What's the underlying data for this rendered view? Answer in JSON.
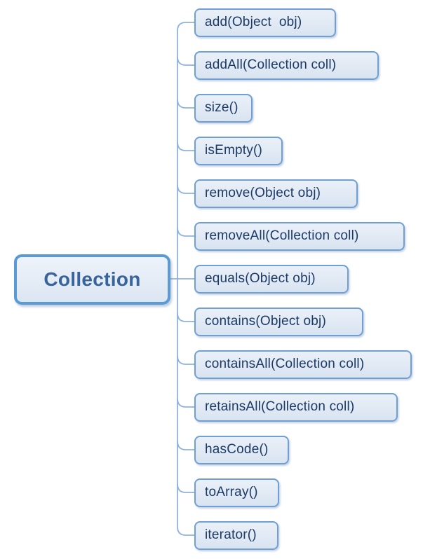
{
  "diagram": {
    "type": "mindmap",
    "root_label": "Collection",
    "methods": [
      "add(Object  obj)",
      "addAll(Collection coll)",
      "size()",
      "isEmpty()",
      "remove(Object obj)",
      "removeAll(Collection coll)",
      "equals(Object obj)",
      "contains(Object obj)",
      "containsAll(Collection coll)",
      "retainsAll(Collection coll)",
      "hasCode()",
      "toArray()",
      "iterator()"
    ],
    "colors": {
      "background": "#ffffff",
      "connector_line": "#8fb2dc",
      "child_border": "#6f9fd4",
      "child_fill_top": "#eaf0f8",
      "child_fill_bottom": "#d9e4f1",
      "child_text": "#1b3a66",
      "root_border": "#5b9bd5",
      "root_fill_top": "#eef3fa",
      "root_fill_bottom": "#dce6f2",
      "root_text": "#38639b"
    }
  }
}
